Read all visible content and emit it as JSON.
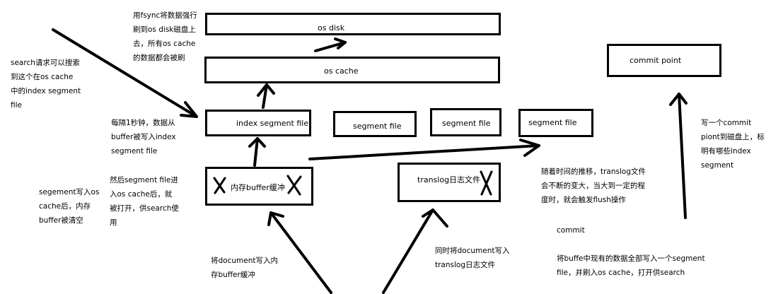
{
  "boxes": {
    "os_disk": "os disk",
    "os_cache": "os cache",
    "commit_point": "commit point",
    "index_segment_file": "index segment file",
    "segment_file_1": "segment file",
    "segment_file_2": "segment file",
    "segment_file_3": "segment file",
    "memory_buffer": "内存buffer缓冲",
    "translog": "translog日志文件"
  },
  "notes": {
    "fsync": "用fsync将数据强行\n刷到os disk磁盘上\n去，所有os cache\n的数据都会被刷",
    "search": "search请求可以搜索\n到这个在os cache\n中的index segment\nfile",
    "every_second": "每隔1秒钟，数据从\nbuffer被写入index\nsegment file",
    "segment_into_cache": "然后segment file进\n入os cache后，就\n被打开，供search使\n用",
    "buffer_cleared": "segement写入os\ncache后，内存\nbuffer被清空",
    "write_document_buffer": "将document写入内\n存buffer缓冲",
    "write_document_translog": "同时将document写入\ntranslog日志文件",
    "translog_grows": "随着时间的推移，translog文件\n会不断的变大，当大到一定的程\n度时，就会触发flush操作",
    "commit": "commit",
    "commit_desc": "将buffe中现有的数据全部写入一个segment\nfile，并刷入os cache，打开供search",
    "commit_point_desc": "写一个commit\npiont到磁盘上，标\n明有哪些index\nsegment"
  }
}
